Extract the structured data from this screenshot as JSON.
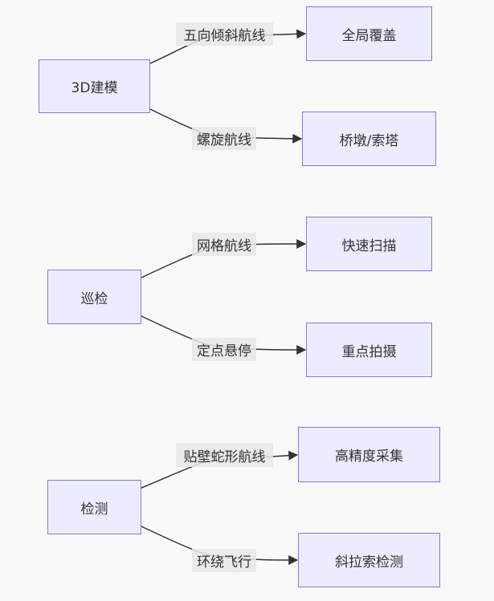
{
  "diagram": {
    "groups": [
      {
        "source": "3D建模",
        "edges": [
          {
            "label": "五向倾斜航线",
            "target": "全局覆盖"
          },
          {
            "label": "螺旋航线",
            "target": "桥墩/索塔"
          }
        ]
      },
      {
        "source": "巡检",
        "edges": [
          {
            "label": "网格航线",
            "target": "快速扫描"
          },
          {
            "label": "定点悬停",
            "target": "重点拍摄"
          }
        ]
      },
      {
        "source": "检测",
        "edges": [
          {
            "label": "贴壁蛇形航线",
            "target": "高精度采集"
          },
          {
            "label": "环绕飞行",
            "target": "斜拉索检测"
          }
        ]
      }
    ],
    "colors": {
      "node_fill": "#ececff",
      "node_stroke": "#9370db",
      "edge": "#333333",
      "label_bg": "#e8e8e8"
    }
  }
}
